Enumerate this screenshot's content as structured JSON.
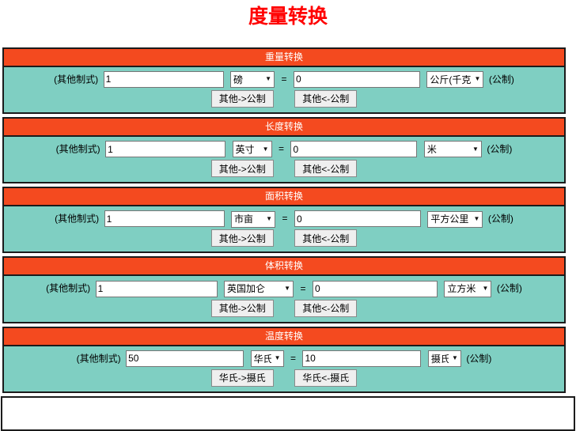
{
  "page": {
    "title": "度量转换"
  },
  "labels": {
    "other_system": "(其他制式)",
    "metric": "(公制)",
    "equals": "="
  },
  "colors": {
    "title_text": "#ff0000",
    "section_header_bg": "#f44a1f",
    "section_body_bg": "#7fcfc2",
    "header_text": "#ffffff"
  },
  "sections": [
    {
      "title": "重量转换",
      "other_value": "1",
      "other_unit": "磅",
      "metric_value": "0",
      "metric_unit": "公斤(千克)",
      "to_metric_button": "其他->公制",
      "from_metric_button": "其他<-公制"
    },
    {
      "title": "长度转换",
      "other_value": "1",
      "other_unit": "英寸",
      "metric_value": "0",
      "metric_unit": "米",
      "to_metric_button": "其他->公制",
      "from_metric_button": "其他<-公制"
    },
    {
      "title": "面积转换",
      "other_value": "1",
      "other_unit": "市亩",
      "metric_value": "0",
      "metric_unit": "平方公里",
      "to_metric_button": "其他->公制",
      "from_metric_button": "其他<-公制"
    },
    {
      "title": "体积转换",
      "other_value": "1",
      "other_unit": "英国加仑",
      "metric_value": "0",
      "metric_unit": "立方米",
      "to_metric_button": "其他->公制",
      "from_metric_button": "其他<-公制"
    },
    {
      "title": "温度转换",
      "other_value": "50",
      "other_unit": "华氏",
      "metric_value": "10",
      "metric_unit": "摄氏",
      "to_metric_button": "华氏->摄氏",
      "from_metric_button": "华氏<-摄氏"
    }
  ]
}
